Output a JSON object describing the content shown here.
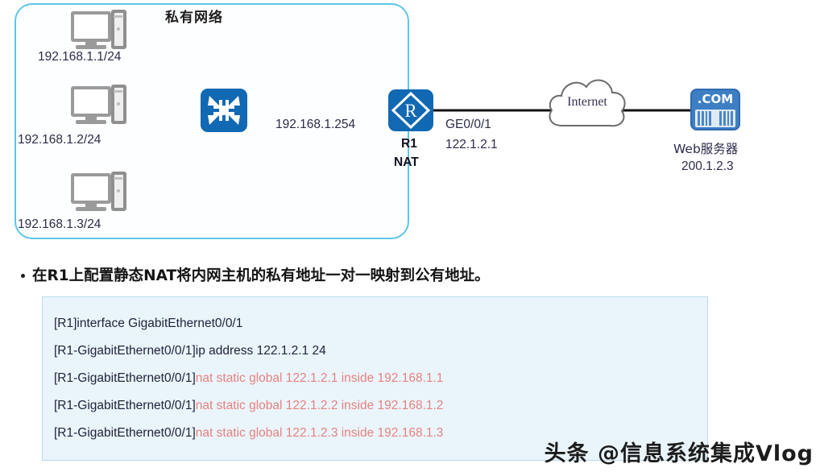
{
  "diagram": {
    "zone_title": "私有网络",
    "hosts": [
      {
        "ip_label": "192.168.1.1/24",
        "icon": "desktop-pc-icon"
      },
      {
        "ip_label": "192.168.1.2/24",
        "icon": "desktop-pc-icon"
      },
      {
        "ip_label": "192.168.1.3/24",
        "icon": "desktop-pc-icon"
      }
    ],
    "switch": {
      "icon": "switch-icon"
    },
    "switch_link_label": "192.168.1.254",
    "router": {
      "icon": "router-icon",
      "name": "R1",
      "role": "NAT",
      "interface": "GE0/0/1",
      "interface_ip": "122.1.2.1"
    },
    "cloud": {
      "icon": "internet-cloud-icon",
      "label": "Internet"
    },
    "server": {
      "icon": "web-server-icon",
      "badge": ".COM",
      "name": "Web服务器",
      "ip": "200.1.2.3"
    },
    "colors": {
      "zone_border": "#5cc6e8",
      "device_blue": "#1168b3",
      "server_blue": "#3e7fc4",
      "label_text": "#2b2b4a"
    }
  },
  "bullet": {
    "text": "在R1上配置静态NAT将内网主机的私有地址一对一映射到公有地址。"
  },
  "code": {
    "lines": [
      {
        "prompt": "[R1]interface GigabitEthernet0/0/1",
        "command": ""
      },
      {
        "prompt": "[R1-GigabitEthernet0/0/1]ip address 122.1.2.1 24",
        "command": ""
      },
      {
        "prompt": "[R1-GigabitEthernet0/0/1]",
        "command": "nat static global 122.1.2.1 inside 192.168.1.1"
      },
      {
        "prompt": "[R1-GigabitEthernet0/0/1]",
        "command": "nat static global 122.1.2.2 inside 192.168.1.2"
      },
      {
        "prompt": "[R1-GigabitEthernet0/0/1]",
        "command": "nat static global 122.1.2.3 inside 192.168.1.3"
      }
    ],
    "command_color": "#e7827e"
  },
  "watermark": {
    "text": "头条 @信息系统集成Vlog"
  }
}
